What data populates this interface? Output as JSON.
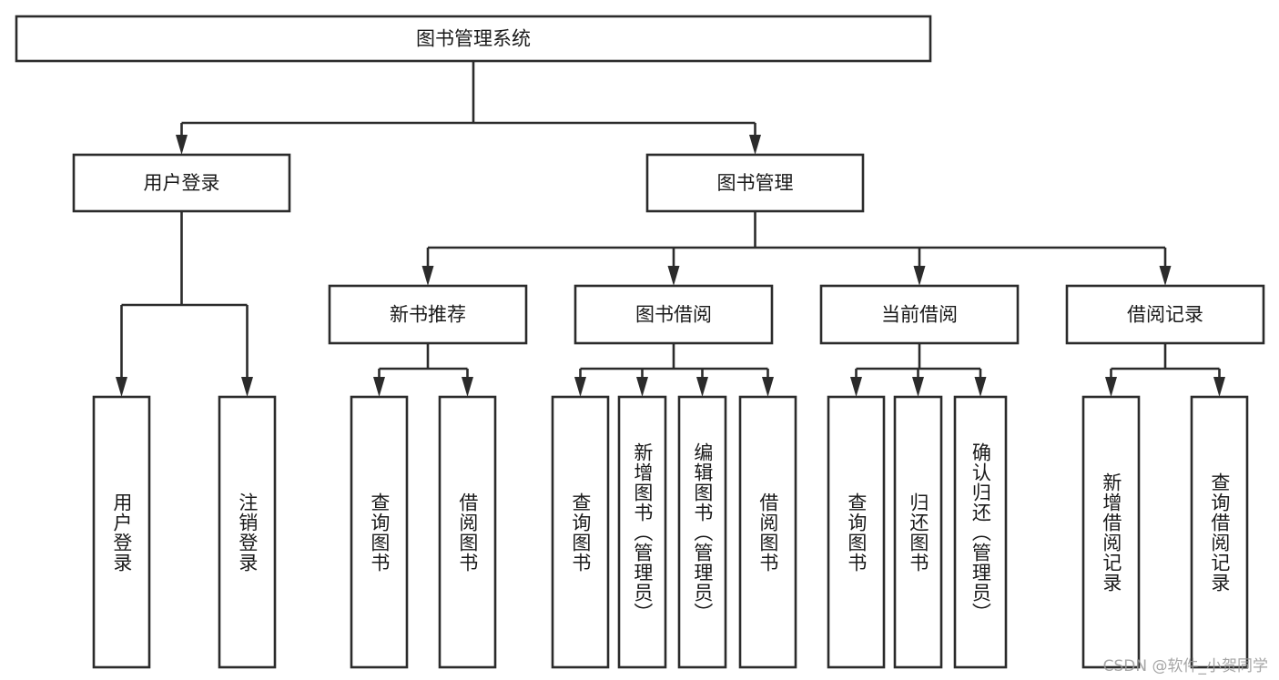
{
  "diagram": {
    "type": "tree-hierarchy",
    "title": "图书管理系统",
    "orientation": "top-down",
    "colors": {
      "box_stroke": "#2b2b2b",
      "box_fill": "#ffffff",
      "connector": "#2b2b2b",
      "text": "#1a1a1a",
      "background": "#ffffff",
      "watermark": "#9a9a9a"
    },
    "root": {
      "id": "root",
      "label": "图书管理系统"
    },
    "level2": [
      {
        "id": "user-login",
        "label": "用户登录"
      },
      {
        "id": "book-management",
        "label": "图书管理"
      }
    ],
    "level3": [
      {
        "id": "new-book-recommend",
        "label": "新书推荐",
        "parent": "book-management"
      },
      {
        "id": "book-borrow",
        "label": "图书借阅",
        "parent": "book-management"
      },
      {
        "id": "current-borrow",
        "label": "当前借阅",
        "parent": "book-management"
      },
      {
        "id": "borrow-record",
        "label": "借阅记录",
        "parent": "book-management"
      }
    ],
    "leaves": [
      {
        "id": "leaf-user-login",
        "label": "用户登录",
        "parent": "user-login"
      },
      {
        "id": "leaf-logout-login",
        "label": "注销登录",
        "parent": "user-login"
      },
      {
        "id": "leaf-query-book-recommend",
        "label": "查询图书",
        "parent": "new-book-recommend"
      },
      {
        "id": "leaf-borrow-book-recommend",
        "label": "借阅图书",
        "parent": "new-book-recommend"
      },
      {
        "id": "leaf-query-book-borrow",
        "label": "查询图书",
        "parent": "book-borrow"
      },
      {
        "id": "leaf-add-book-admin",
        "label": "新增图书（管理员）",
        "parent": "book-borrow"
      },
      {
        "id": "leaf-edit-book-admin",
        "label": "编辑图书（管理员）",
        "parent": "book-borrow"
      },
      {
        "id": "leaf-borrow-book",
        "label": "借阅图书",
        "parent": "book-borrow"
      },
      {
        "id": "leaf-query-book-current",
        "label": "查询图书",
        "parent": "current-borrow"
      },
      {
        "id": "leaf-return-book",
        "label": "归还图书",
        "parent": "current-borrow"
      },
      {
        "id": "leaf-confirm-return-admin",
        "label": "确认归还（管理员）",
        "parent": "current-borrow"
      },
      {
        "id": "leaf-add-borrow-record",
        "label": "新增借阅记录",
        "parent": "borrow-record"
      },
      {
        "id": "leaf-query-borrow-record",
        "label": "查询借阅记录",
        "parent": "borrow-record"
      }
    ]
  },
  "watermark": {
    "text": "CSDN @软件_小贺同学"
  }
}
